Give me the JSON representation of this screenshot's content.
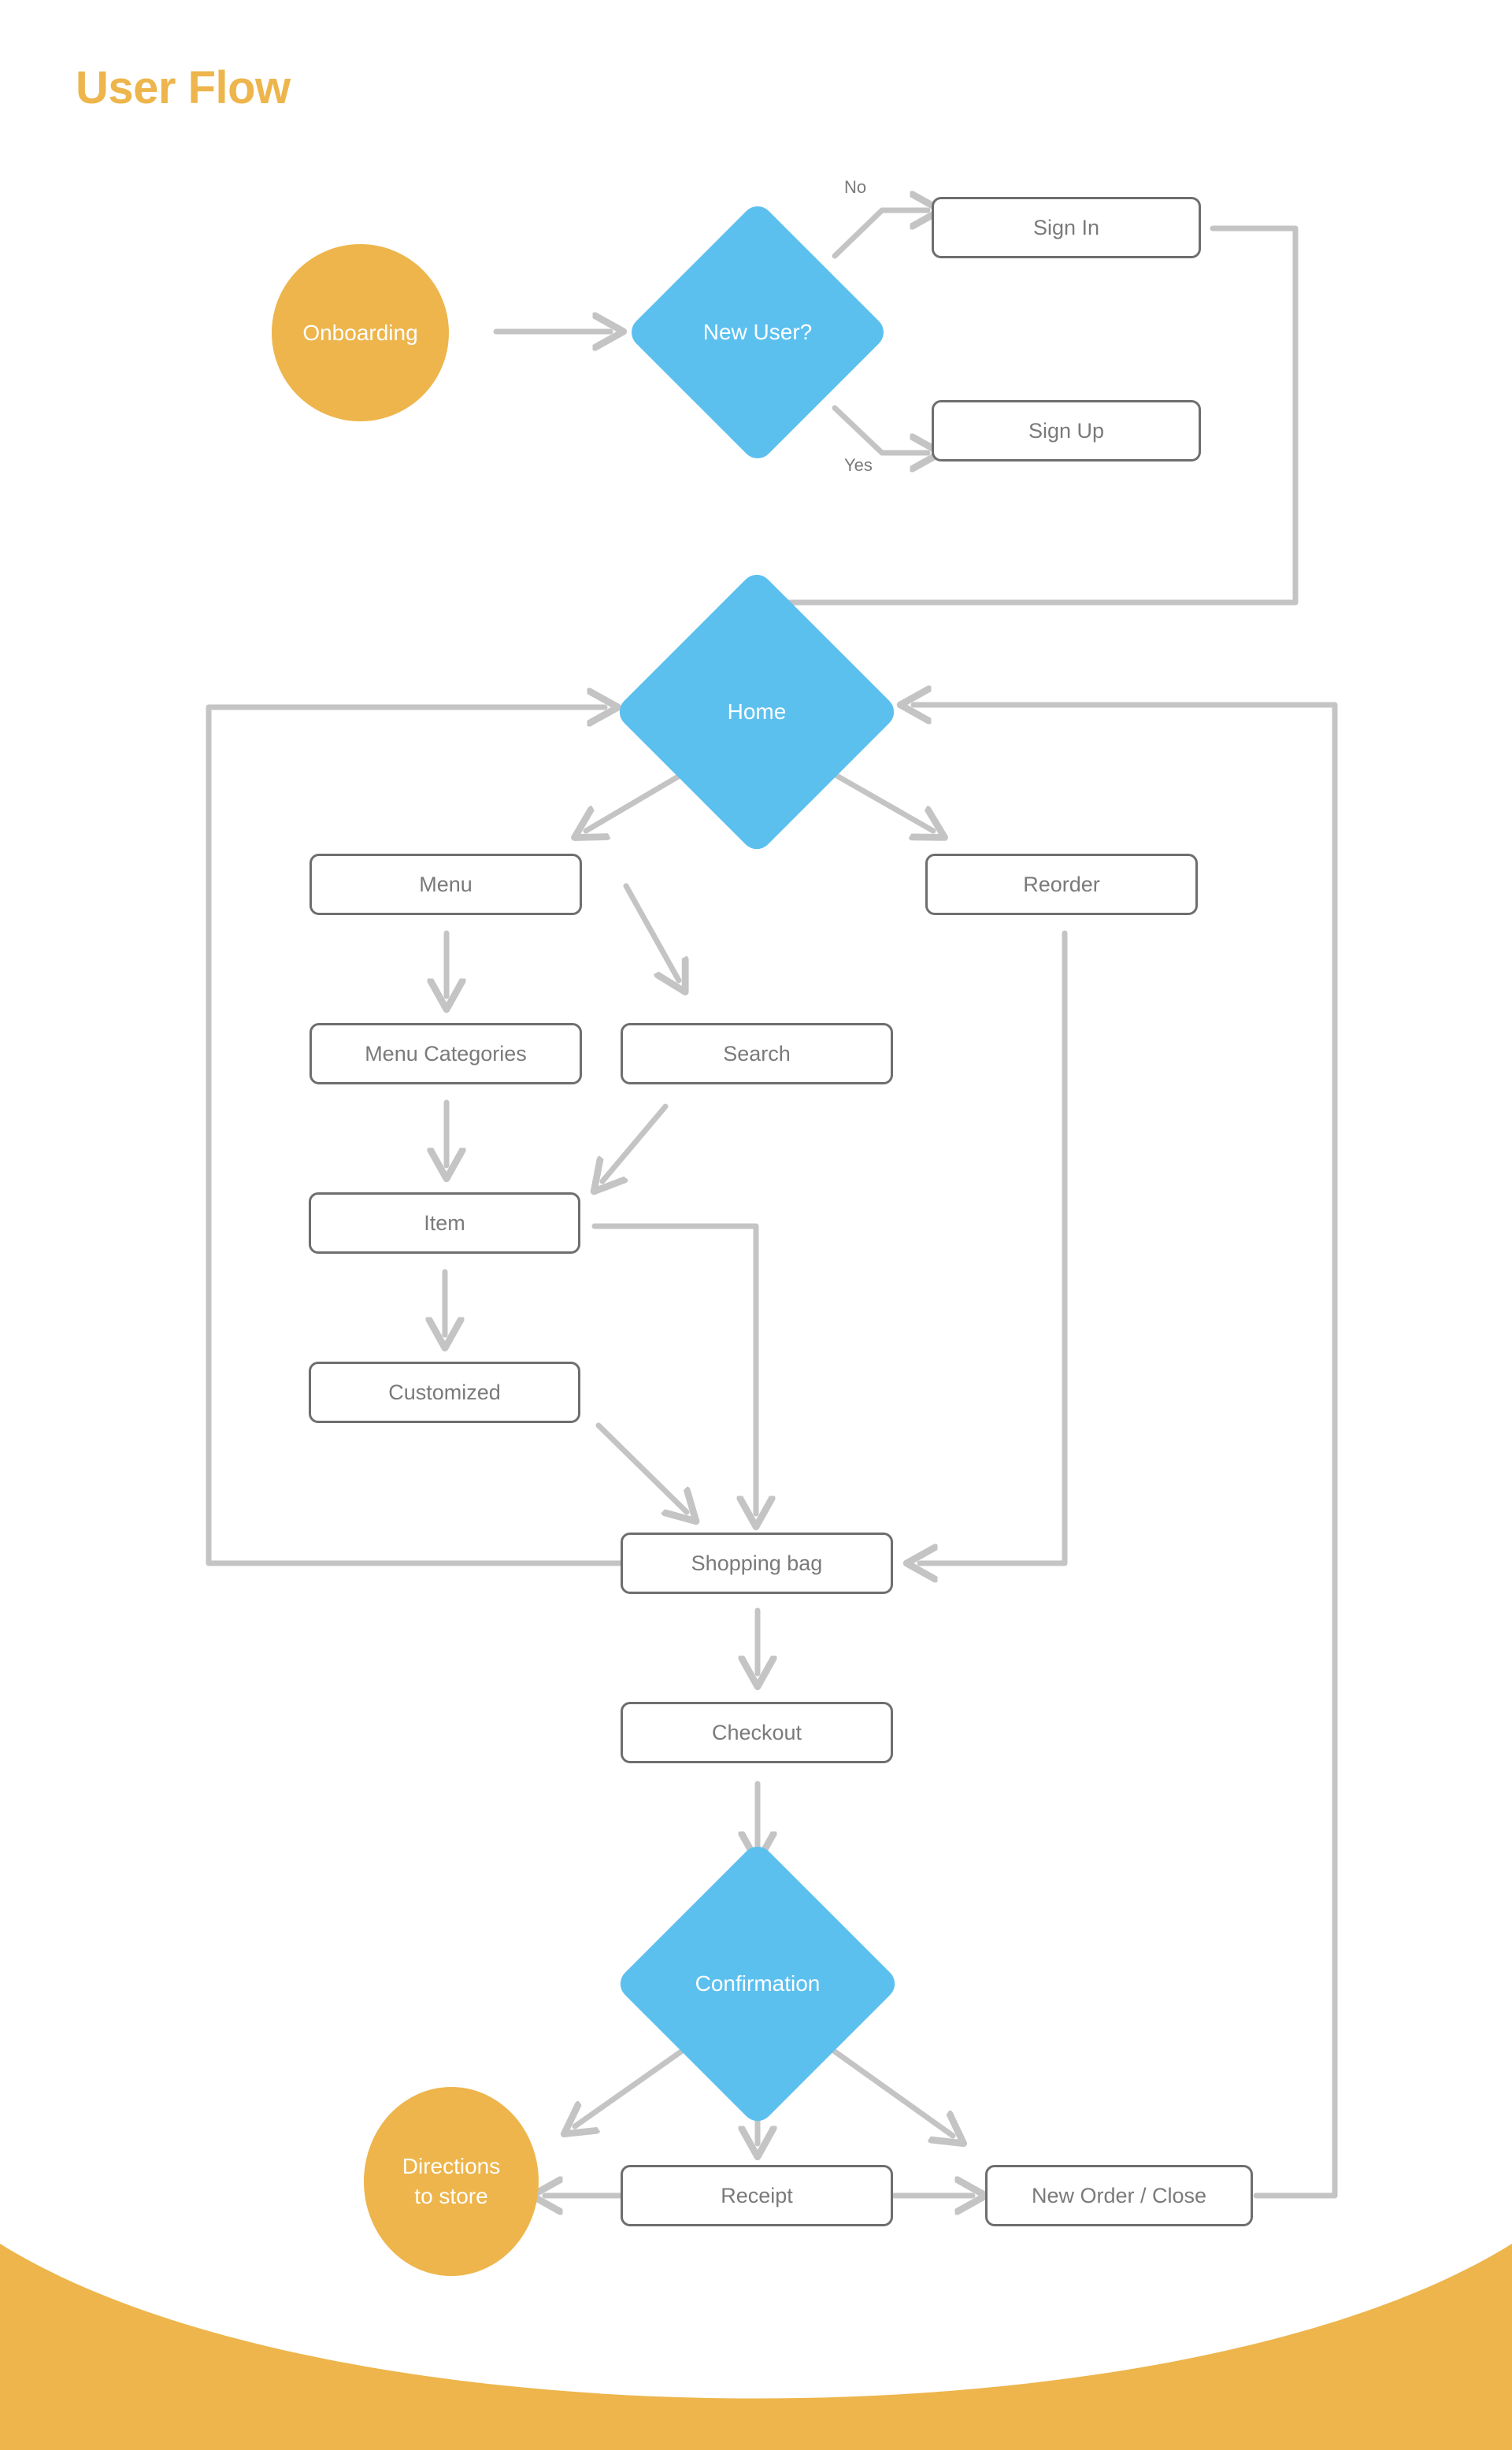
{
  "page": {
    "title": "User Flow",
    "accent_color": "#EDB54B",
    "decision_color": "#5CC0EF",
    "box_border_color": "#6E6E6E",
    "box_text_color": "#7A7A7A",
    "arrow_color": "#C4C4C4",
    "background_color": "#FFFFFF"
  },
  "nodes": {
    "onboarding": {
      "label": "Onboarding",
      "type": "terminator"
    },
    "new_user": {
      "label": "New User?",
      "type": "decision"
    },
    "sign_in": {
      "label": "Sign In",
      "type": "process"
    },
    "sign_up": {
      "label": "Sign Up",
      "type": "process"
    },
    "home": {
      "label": "Home",
      "type": "decision"
    },
    "menu": {
      "label": "Menu",
      "type": "process"
    },
    "reorder": {
      "label": "Reorder",
      "type": "process"
    },
    "menu_categories": {
      "label": "Menu Categories",
      "type": "process"
    },
    "search": {
      "label": "Search",
      "type": "process"
    },
    "item": {
      "label": "Item",
      "type": "process"
    },
    "customized": {
      "label": "Customized",
      "type": "process"
    },
    "shopping_bag": {
      "label": "Shopping bag",
      "type": "process"
    },
    "checkout": {
      "label": "Checkout",
      "type": "process"
    },
    "confirmation": {
      "label": "Confirmation",
      "type": "decision"
    },
    "directions": {
      "label_line1": "Directions",
      "label_line2": "to store",
      "type": "terminator"
    },
    "receipt": {
      "label": "Receipt",
      "type": "process"
    },
    "new_order_close": {
      "label": "New Order / Close",
      "type": "process"
    }
  },
  "edge_labels": {
    "no": "No",
    "yes": "Yes"
  },
  "chart_data": {
    "type": "diagram",
    "title": "User Flow",
    "nodes": [
      {
        "id": "onboarding",
        "label": "Onboarding",
        "shape": "ellipse",
        "color": "#EDB54B"
      },
      {
        "id": "new_user",
        "label": "New User?",
        "shape": "diamond",
        "color": "#5CC0EF"
      },
      {
        "id": "sign_in",
        "label": "Sign In",
        "shape": "rounded-rect",
        "color": "#FFFFFF"
      },
      {
        "id": "sign_up",
        "label": "Sign Up",
        "shape": "rounded-rect",
        "color": "#FFFFFF"
      },
      {
        "id": "home",
        "label": "Home",
        "shape": "diamond",
        "color": "#5CC0EF"
      },
      {
        "id": "menu",
        "label": "Menu",
        "shape": "rounded-rect",
        "color": "#FFFFFF"
      },
      {
        "id": "reorder",
        "label": "Reorder",
        "shape": "rounded-rect",
        "color": "#FFFFFF"
      },
      {
        "id": "menu_categories",
        "label": "Menu Categories",
        "shape": "rounded-rect",
        "color": "#FFFFFF"
      },
      {
        "id": "search",
        "label": "Search",
        "shape": "rounded-rect",
        "color": "#FFFFFF"
      },
      {
        "id": "item",
        "label": "Item",
        "shape": "rounded-rect",
        "color": "#FFFFFF"
      },
      {
        "id": "customized",
        "label": "Customized",
        "shape": "rounded-rect",
        "color": "#FFFFFF"
      },
      {
        "id": "shopping_bag",
        "label": "Shopping bag",
        "shape": "rounded-rect",
        "color": "#FFFFFF"
      },
      {
        "id": "checkout",
        "label": "Checkout",
        "shape": "rounded-rect",
        "color": "#FFFFFF"
      },
      {
        "id": "confirmation",
        "label": "Confirmation",
        "shape": "diamond",
        "color": "#5CC0EF"
      },
      {
        "id": "directions",
        "label": "Directions to store",
        "shape": "ellipse",
        "color": "#EDB54B"
      },
      {
        "id": "receipt",
        "label": "Receipt",
        "shape": "rounded-rect",
        "color": "#FFFFFF"
      },
      {
        "id": "new_order_close",
        "label": "New Order / Close",
        "shape": "rounded-rect",
        "color": "#FFFFFF"
      }
    ],
    "edges": [
      {
        "from": "onboarding",
        "to": "new_user",
        "label": ""
      },
      {
        "from": "new_user",
        "to": "sign_in",
        "label": "No"
      },
      {
        "from": "new_user",
        "to": "sign_up",
        "label": "Yes"
      },
      {
        "from": "sign_in",
        "to": "home",
        "label": ""
      },
      {
        "from": "sign_up",
        "to": "home",
        "label": ""
      },
      {
        "from": "home",
        "to": "menu",
        "label": ""
      },
      {
        "from": "home",
        "to": "search",
        "label": ""
      },
      {
        "from": "home",
        "to": "reorder",
        "label": ""
      },
      {
        "from": "menu",
        "to": "menu_categories",
        "label": ""
      },
      {
        "from": "menu_categories",
        "to": "item",
        "label": ""
      },
      {
        "from": "search",
        "to": "item",
        "label": ""
      },
      {
        "from": "item",
        "to": "customized",
        "label": ""
      },
      {
        "from": "item",
        "to": "shopping_bag",
        "label": ""
      },
      {
        "from": "customized",
        "to": "shopping_bag",
        "label": ""
      },
      {
        "from": "reorder",
        "to": "shopping_bag",
        "label": ""
      },
      {
        "from": "shopping_bag",
        "to": "home",
        "label": ""
      },
      {
        "from": "shopping_bag",
        "to": "checkout",
        "label": ""
      },
      {
        "from": "checkout",
        "to": "confirmation",
        "label": ""
      },
      {
        "from": "confirmation",
        "to": "directions",
        "label": ""
      },
      {
        "from": "confirmation",
        "to": "receipt",
        "label": ""
      },
      {
        "from": "confirmation",
        "to": "new_order_close",
        "label": ""
      },
      {
        "from": "receipt",
        "to": "directions",
        "label": ""
      },
      {
        "from": "receipt",
        "to": "new_order_close",
        "label": ""
      },
      {
        "from": "new_order_close",
        "to": "home",
        "label": ""
      }
    ]
  }
}
